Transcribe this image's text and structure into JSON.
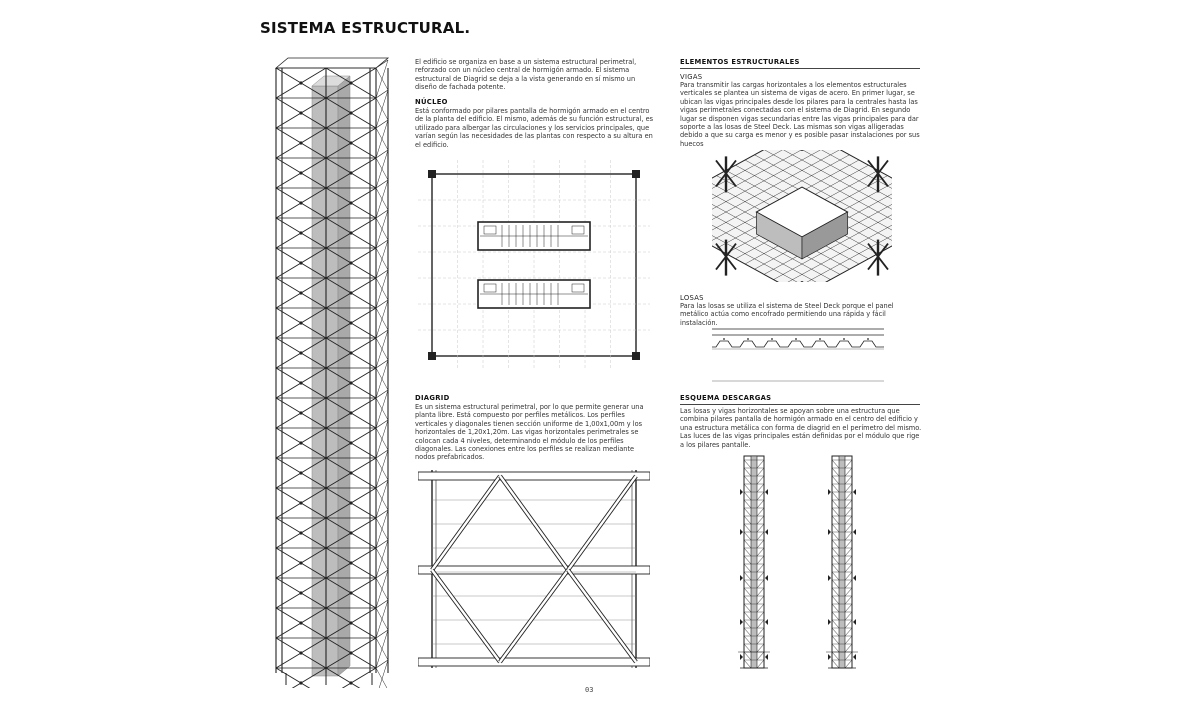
{
  "page": {
    "title": "SISTEMA ESTRUCTURAL.",
    "page_number": "03"
  },
  "intro": {
    "text": "El edificio se organiza en base a un sistema estructural perimetral, reforzado con un núcleo central de hormigón armado. El sistema estructural de Diagrid se deja a la vista generando en sí mismo un diseño de fachada potente."
  },
  "nucleo": {
    "heading": "NÚCLEO",
    "text": "Está conformado por pilares pantalla de hormigón armado en el centro de la planta del edificio. El mismo, además de su función estructural, es utilizado para albergar las circulaciones y los servicios principales, que varían según las necesidades de las plantas con respecto a su altura en el edificio."
  },
  "diagrid": {
    "heading": "DIAGRID",
    "text": "Es un sistema estructural perimetral, por lo que permite generar una planta libre. Está compuesto por perfiles metálicos. Los perfiles verticales y diagonales tienen sección uniforme de 1,00x1,00m y los horizontales de 1,20x1,20m. Las vigas horizontales perimetrales se colocan cada 4 niveles, determinando el módulo de los perfiles diagonales. Las conexiones entre los perfiles se realizan mediante nodos prefabricados."
  },
  "elementos": {
    "heading": "ELEMENTOS ESTRUCTURALES",
    "vigas_heading": "VIGAS",
    "vigas_text": "Para transmitir las cargas horizontales a los elementos estructurales verticales se plantea un sistema de vigas de acero. En primer lugar, se ubican las vigas principales desde los pilares para la centrales hasta las vigas perimetrales conectadas con el sistema de Diagrid. En segundo lugar se disponen vigas secundarias entre las vigas principales para dar soporte a las losas de Steel Deck. Las mismas son vigas alligeradas debido a que su carga es menor y es posible pasar instalaciones por sus huecos",
    "losas_heading": "LOSAS",
    "losas_text": "Para las losas se utiliza el sistema de Steel Deck porque el panel metálico actúa como encofrado permitiendo una rápida y fácil instalación."
  },
  "descargas": {
    "heading": "ESQUEMA DESCARGAS",
    "text": "Las losas y vigas horizontales se apoyan sobre una estructura que combina pilares pantalla de hormigón armado en el centro del edificio y una estructura metálica con forma de diagrid en el perímetro del mismo. Las luces de las vigas principales están definidas por el módulo que rige a los pilares pantalle."
  },
  "colors": {
    "ink": "#222222",
    "core_gray": "#bdbdbd",
    "grid_gray": "#c8c8c8"
  }
}
